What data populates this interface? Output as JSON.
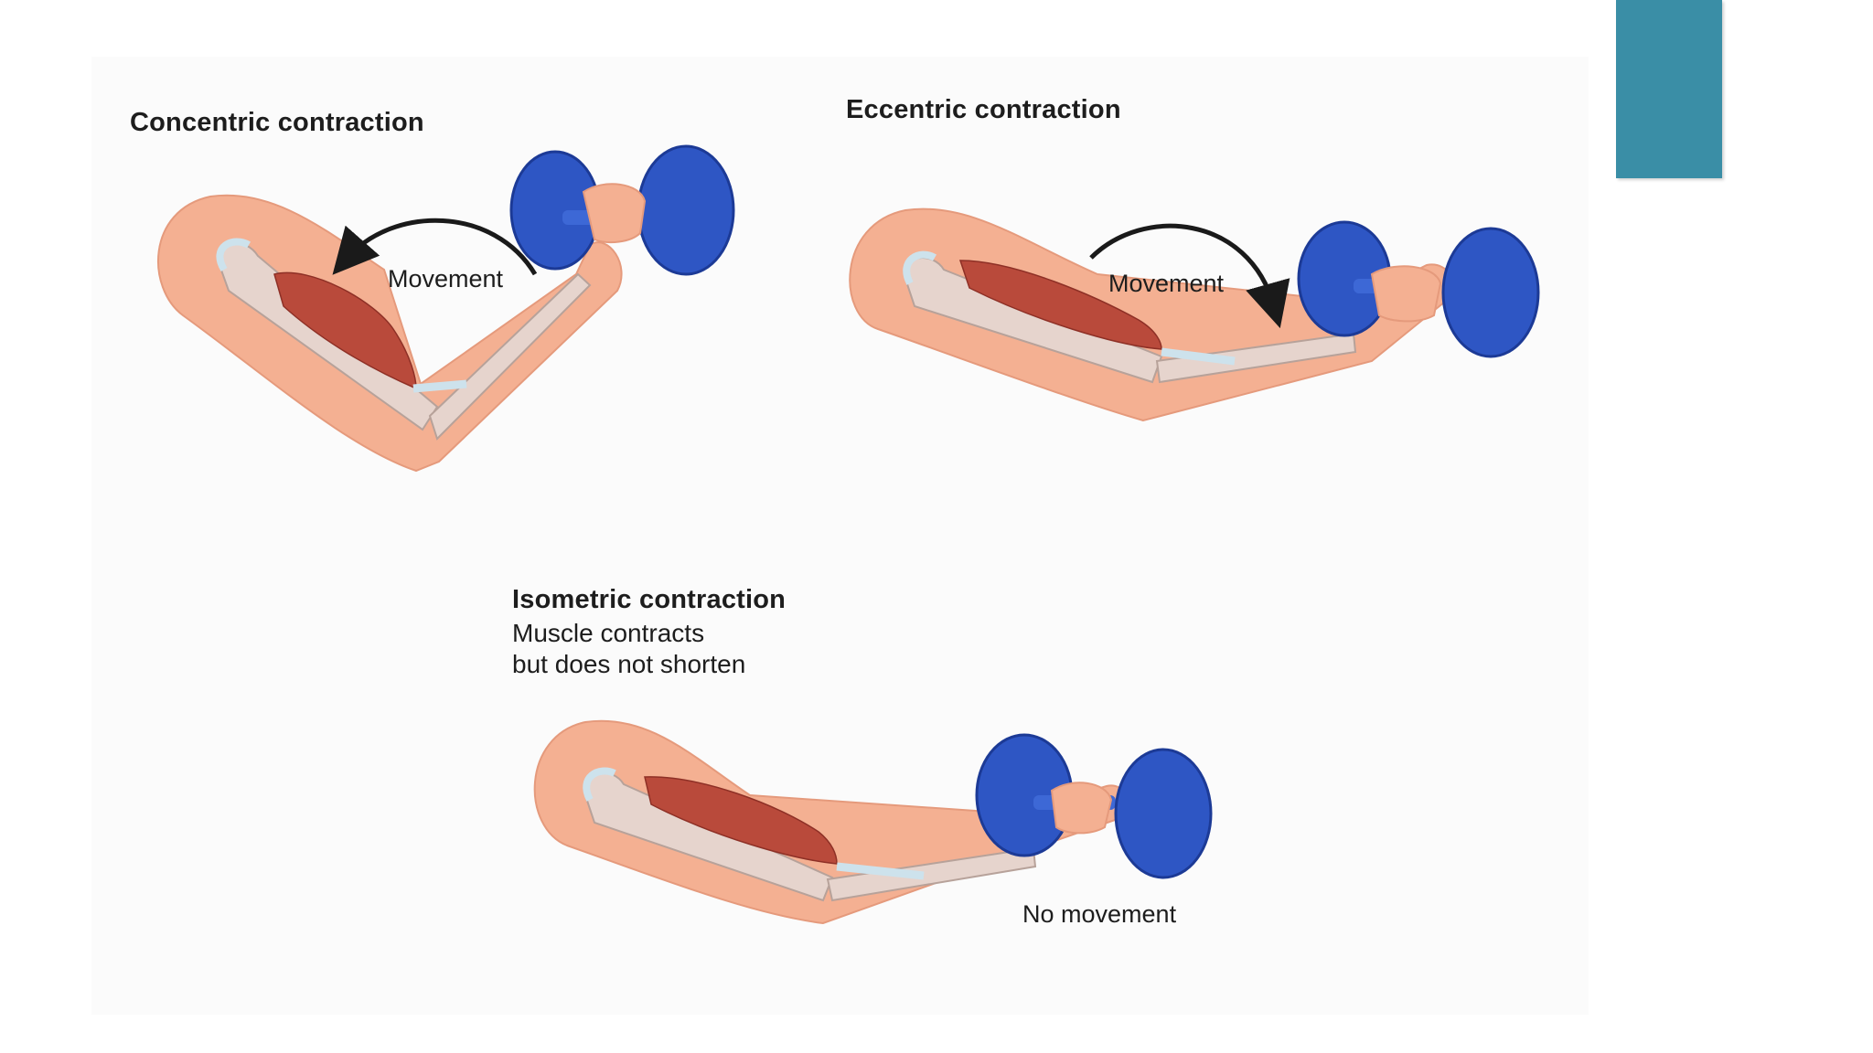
{
  "colors": {
    "accent_tab": "#3a8ea6",
    "skin": "#f4b092",
    "bone": "#e6d4cd",
    "muscle": "#b94a3b",
    "tendon": "#cde2ec",
    "dumbbell": "#2e56c4",
    "arrow": "#1a1a1a"
  },
  "diagrams": {
    "concentric": {
      "title": "Concentric contraction",
      "movement": "Movement"
    },
    "eccentric": {
      "title": "Eccentric contraction",
      "movement": "Movement"
    },
    "isometric": {
      "title": "Isometric contraction",
      "subtitle_line1": "Muscle contracts",
      "subtitle_line2": "but does not shorten",
      "movement": "No movement"
    }
  }
}
